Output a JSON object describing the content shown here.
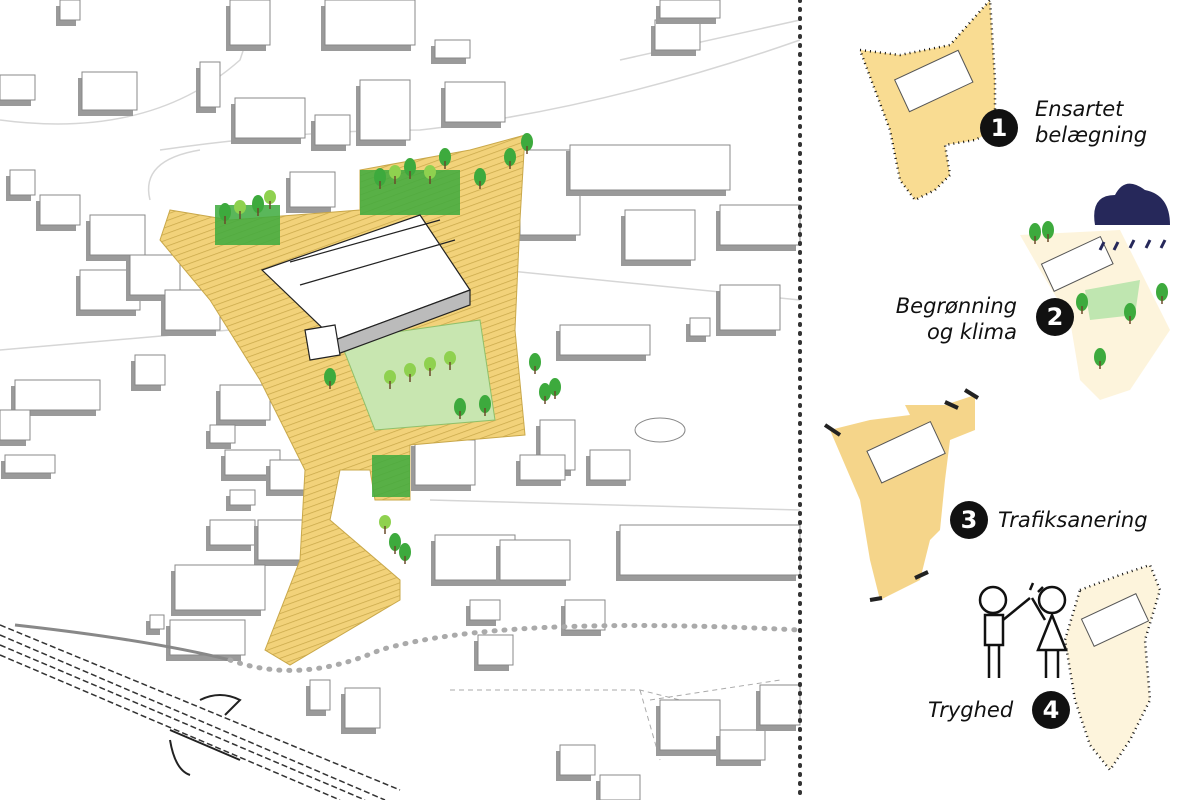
{
  "legend": {
    "items": [
      {
        "number": "1",
        "title_line1": "Ensartet",
        "title_line2": "belægning"
      },
      {
        "number": "2",
        "title_line1": "Begrønning",
        "title_line2": "og klima"
      },
      {
        "number": "3",
        "title_line1": "Trafiksanering",
        "title_line2": ""
      },
      {
        "number": "4",
        "title_line1": "Tryghed",
        "title_line2": ""
      }
    ]
  },
  "colors": {
    "plaza": "#f2d27a",
    "plaza_hatch": "#c9a84a",
    "tree": "#3daa3d",
    "tree_light": "#8fd14f",
    "rain_cloud": "#26285a",
    "building_shadow": "#9a9a9a",
    "road_line": "#d0d0d0",
    "divider": "#333333"
  }
}
